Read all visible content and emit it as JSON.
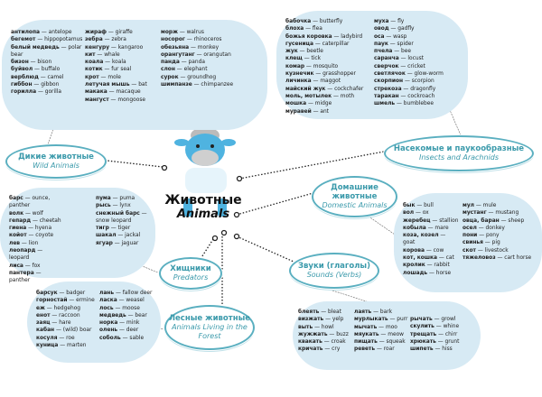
{
  "center": {
    "title": "Животные",
    "subtitle": "Animals"
  },
  "wild": {
    "title": "Дикие животные",
    "subtitle": "Wild Animals",
    "columns": [
      [
        {
          "ru": "антилопа",
          "en": "antelope"
        },
        {
          "ru": "бегемот",
          "en": "hippopotamus"
        },
        {
          "ru": "белый медведь",
          "en": "polar bear"
        },
        {
          "ru": "бизон",
          "en": "bison"
        },
        {
          "ru": "буйвол",
          "en": "buffalo"
        },
        {
          "ru": "верблюд",
          "en": "camel"
        },
        {
          "ru": "гиббон",
          "en": "gibbon"
        },
        {
          "ru": "горилла",
          "en": "gorilla"
        }
      ],
      [
        {
          "ru": "жираф",
          "en": "giraffe"
        },
        {
          "ru": "зебра",
          "en": "zebra"
        },
        {
          "ru": "кенгуру",
          "en": "kangaroo"
        },
        {
          "ru": "кит",
          "en": "whale"
        },
        {
          "ru": "коала",
          "en": "koala"
        },
        {
          "ru": "котик",
          "en": "fur seal"
        },
        {
          "ru": "крот",
          "en": "mole"
        },
        {
          "ru": "летучая мышь",
          "en": "bat"
        },
        {
          "ru": "макака",
          "en": "macaque"
        },
        {
          "ru": "мангуст",
          "en": "mongoose"
        }
      ],
      [
        {
          "ru": "морж",
          "en": "walrus"
        },
        {
          "ru": "носорог",
          "en": "rhinoceros"
        },
        {
          "ru": "обезьяна",
          "en": "monkey"
        },
        {
          "ru": "орангутанг",
          "en": "orangutan"
        },
        {
          "ru": "панда",
          "en": "panda"
        },
        {
          "ru": "слон",
          "en": "elephant"
        },
        {
          "ru": "сурок",
          "en": "groundhog"
        },
        {
          "ru": "шимпанзе",
          "en": "chimpanzee"
        }
      ]
    ]
  },
  "insects": {
    "title": "Насекомые и паукообразные",
    "subtitle": "Insects and Arachnids",
    "columns": [
      [
        {
          "ru": "бабочка",
          "en": "butterfly"
        },
        {
          "ru": "блоха",
          "en": "flea"
        },
        {
          "ru": "божья коровка",
          "en": "ladybird"
        },
        {
          "ru": "гусеница",
          "en": "caterpillar"
        },
        {
          "ru": "жук",
          "en": "beetle"
        },
        {
          "ru": "клещ",
          "en": "tick"
        },
        {
          "ru": "комар",
          "en": "mosquito"
        },
        {
          "ru": "кузнечик",
          "en": "grasshopper"
        },
        {
          "ru": "личинка",
          "en": "maggot"
        },
        {
          "ru": "майский жук",
          "en": "cockchafer"
        },
        {
          "ru": "моль, мотылек",
          "en": "moth"
        },
        {
          "ru": "мошка",
          "en": "midge"
        },
        {
          "ru": "муравей",
          "en": "ant"
        }
      ],
      [
        {
          "ru": "муха",
          "en": "fly"
        },
        {
          "ru": "овод",
          "en": "gadfly"
        },
        {
          "ru": "оса",
          "en": "wasp"
        },
        {
          "ru": "паук",
          "en": "spider"
        },
        {
          "ru": "пчела",
          "en": "bee"
        },
        {
          "ru": "саранча",
          "en": "locust"
        },
        {
          "ru": "сверчок",
          "en": "cricket"
        },
        {
          "ru": "светлячок",
          "en": "glow-worm"
        },
        {
          "ru": "скорпион",
          "en": "scorpion"
        },
        {
          "ru": "стрекоза",
          "en": "dragonfly"
        },
        {
          "ru": "таракан",
          "en": "cockroach"
        },
        {
          "ru": "шмель",
          "en": "bumblebee"
        }
      ]
    ]
  },
  "domestic": {
    "title": "Домашние животные",
    "subtitle": "Domestic Animals",
    "columns": [
      [
        {
          "ru": "бык",
          "en": "bull"
        },
        {
          "ru": "вол",
          "en": "ox"
        },
        {
          "ru": "жеребец",
          "en": "stallion"
        },
        {
          "ru": "кобыла",
          "en": "mare"
        },
        {
          "ru": "коза, козел",
          "en": "goat"
        },
        {
          "ru": "корова",
          "en": "cow"
        },
        {
          "ru": "кот, кошка",
          "en": "cat"
        },
        {
          "ru": "кролик",
          "en": "rabbit"
        },
        {
          "ru": "лошадь",
          "en": "horse"
        }
      ],
      [
        {
          "ru": "мул",
          "en": "mule"
        },
        {
          "ru": "мустанг",
          "en": "mustang"
        },
        {
          "ru": "овца, баран",
          "en": "sheep"
        },
        {
          "ru": "осел",
          "en": "donkey"
        },
        {
          "ru": "пони",
          "en": "pony"
        },
        {
          "ru": "свинья",
          "en": "pig"
        },
        {
          "ru": "скот",
          "en": "livestock"
        },
        {
          "ru": "тяжеловоз",
          "en": "cart horse"
        }
      ]
    ]
  },
  "predators": {
    "title": "Хищники",
    "subtitle": "Predators",
    "columns": [
      [
        {
          "ru": "барс",
          "en": "ounce, panther"
        },
        {
          "ru": "волк",
          "en": "wolf"
        },
        {
          "ru": "гепард",
          "en": "cheetah"
        },
        {
          "ru": "гиена",
          "en": "hyena"
        },
        {
          "ru": "койот",
          "en": "coyote"
        },
        {
          "ru": "лев",
          "en": "lion"
        },
        {
          "ru": "леопард",
          "en": "leopard"
        },
        {
          "ru": "лиса",
          "en": "fox"
        },
        {
          "ru": "пантера",
          "en": "panther"
        }
      ],
      [
        {
          "ru": "пума",
          "en": "puma"
        },
        {
          "ru": "рысь",
          "en": "lynx"
        },
        {
          "ru": "снежный барс",
          "en": "snow leopard"
        },
        {
          "ru": "тигр",
          "en": "tiger"
        },
        {
          "ru": "шакал",
          "en": "jackal"
        },
        {
          "ru": "ягуар",
          "en": "jaguar"
        }
      ]
    ]
  },
  "sounds": {
    "title": "Звуки (глаголы)",
    "subtitle": "Sounds (Verbs)",
    "columns": [
      [
        {
          "ru": "блеять",
          "en": "bleat"
        },
        {
          "ru": "визжать",
          "en": "yelp"
        },
        {
          "ru": "выть",
          "en": "howl"
        },
        {
          "ru": "жужжать",
          "en": "buzz"
        },
        {
          "ru": "квакать",
          "en": "croak"
        },
        {
          "ru": "кричать",
          "en": "cry"
        }
      ],
      [
        {
          "ru": "лаять",
          "en": "bark"
        },
        {
          "ru": "мурлыкать",
          "en": "purr"
        },
        {
          "ru": "мычать",
          "en": "moo"
        },
        {
          "ru": "мяукать",
          "en": "meow"
        },
        {
          "ru": "пищать",
          "en": "squeak"
        },
        {
          "ru": "реветь",
          "en": "roar"
        }
      ],
      [
        {
          "ru": "рычать",
          "en": "growl"
        },
        {
          "ru": "скулить",
          "en": "whine"
        },
        {
          "ru": "трещать",
          "en": "chirr"
        },
        {
          "ru": "хрюкать",
          "en": "grunt"
        },
        {
          "ru": "шипеть",
          "en": "hiss"
        }
      ]
    ]
  },
  "forest": {
    "title": "Лесные животные",
    "subtitle": "Animals Living in the Forest",
    "columns": [
      [
        {
          "ru": "барсук",
          "en": "badger"
        },
        {
          "ru": "горностай",
          "en": "ermine"
        },
        {
          "ru": "еж",
          "en": "hedgehog"
        },
        {
          "ru": "енот",
          "en": "raccoon"
        },
        {
          "ru": "заяц",
          "en": "hare"
        },
        {
          "ru": "кабан",
          "en": "(wild) boar"
        },
        {
          "ru": "косуля",
          "en": "roe"
        },
        {
          "ru": "куница",
          "en": "marten"
        }
      ],
      [
        {
          "ru": "лань",
          "en": "fallow deer"
        },
        {
          "ru": "ласка",
          "en": "weasel"
        },
        {
          "ru": "лось",
          "en": "moose"
        },
        {
          "ru": "медведь",
          "en": "bear"
        },
        {
          "ru": "норка",
          "en": "mink"
        },
        {
          "ru": "олень",
          "en": "deer"
        },
        {
          "ru": "соболь",
          "en": "sable"
        }
      ]
    ]
  },
  "colors": {
    "cloud": "#d7eaf4",
    "label_border": "#5aafc0",
    "label_text": "#3b9aab",
    "cow": "#4fb3e0"
  }
}
